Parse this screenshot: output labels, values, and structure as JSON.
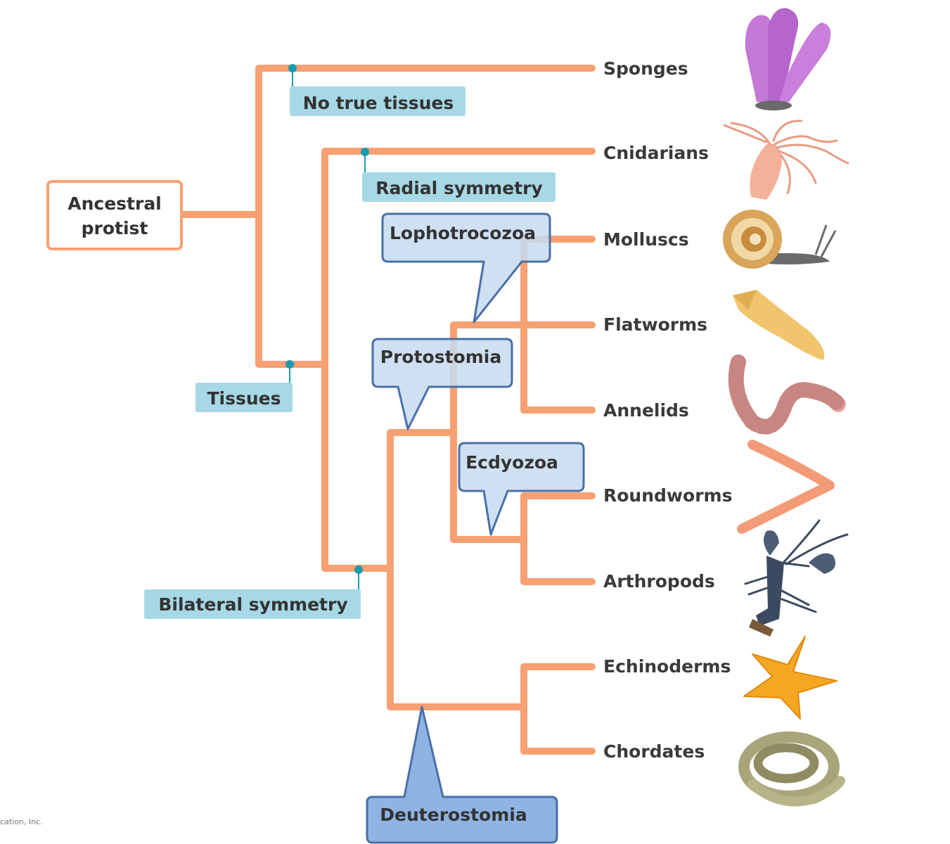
{
  "root": {
    "label_line1": "Ancestral",
    "label_line2": "protist"
  },
  "taxa": [
    "Sponges",
    "Cnidarians",
    "Molluscs",
    "Flatworms",
    "Annelids",
    "Roundworms",
    "Arthropods",
    "Echinoderms",
    "Chordates"
  ],
  "traits": {
    "no_true_tissues": "No true tissues",
    "tissues": "Tissues",
    "radial_symmetry": "Radial symmetry",
    "bilateral_symmetry": "Bilateral symmetry"
  },
  "clades": {
    "lophotrochozoa": "Lophotrocozoa",
    "protostomia": "Protostomia",
    "ecdysozoa": "Ecdyozoa",
    "deuterostomia": "Deuterostomia"
  },
  "credit": "cation, Inc.",
  "colors": {
    "branch": "#f7a072",
    "node_dot": "#1a9ab0",
    "trait_box": "#a7d8e6",
    "clade_callout": "#c5daf0",
    "clade_callout_border": "#4a6fa8",
    "deuterostomia_fill": "#8fb4e3"
  },
  "icons": [
    "sponge-icon",
    "cnidarian-icon",
    "snail-icon",
    "flatworm-icon",
    "annelid-icon",
    "roundworm-icon",
    "lobster-icon",
    "starfish-icon",
    "snake-icon"
  ]
}
